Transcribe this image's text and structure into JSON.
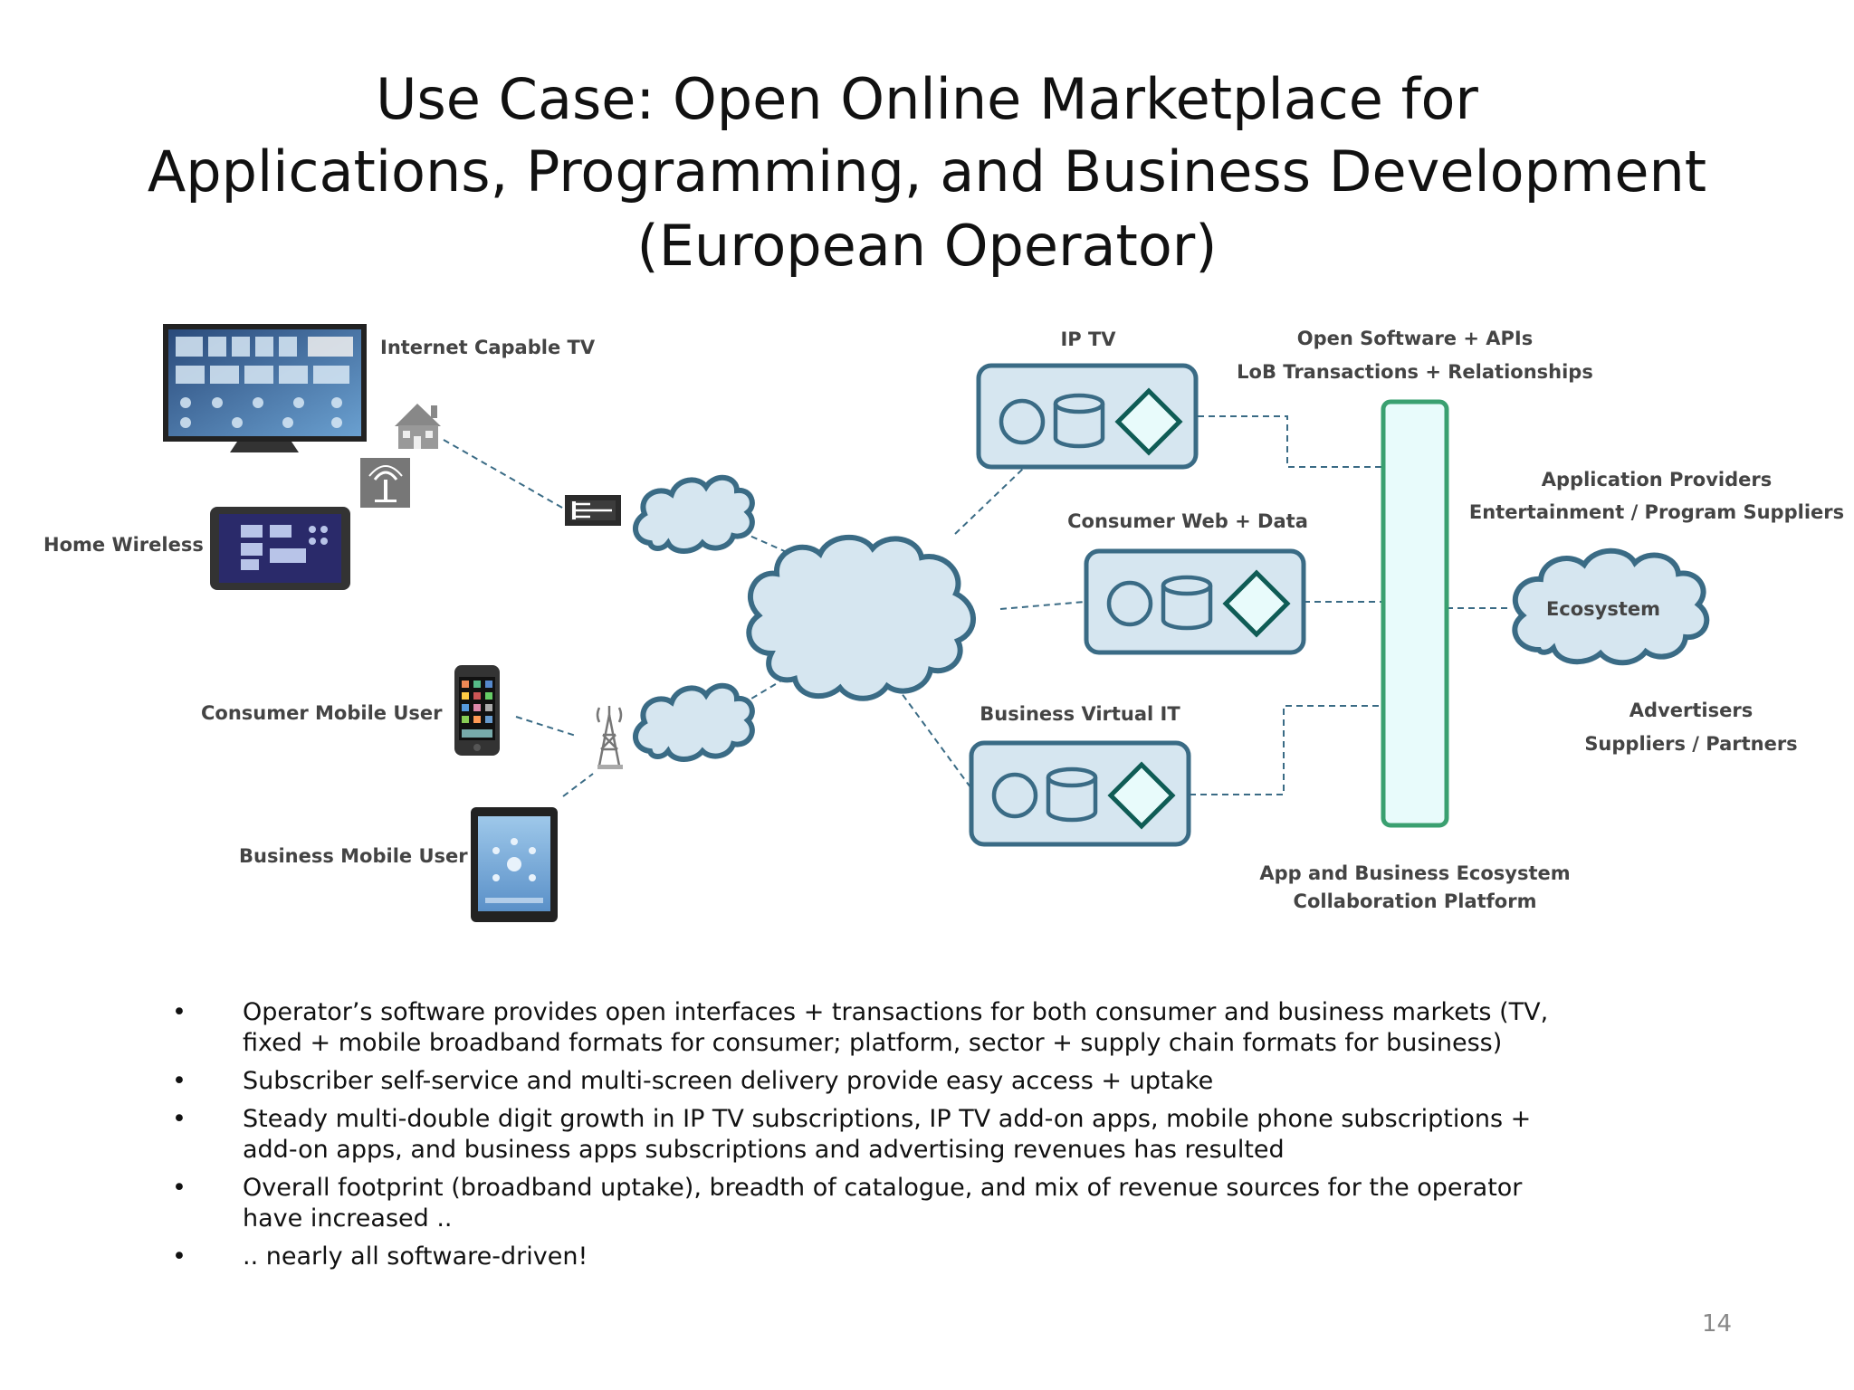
{
  "title": {
    "line1": "Use Case:  Open Online Marketplace for",
    "line2": "Applications, Programming, and Business Development",
    "line3": "(European Operator)"
  },
  "labels": {
    "internet_tv": "Internet Capable TV",
    "home_wireless": "Home Wireless",
    "consumer_mobile": "Consumer Mobile User",
    "business_mobile": "Business Mobile User",
    "ip_tv": "IP TV",
    "consumer_web": "Consumer Web + Data",
    "business_virtual": "Business Virtual IT",
    "open_software": "Open Software + APIs",
    "lob_transactions": "LoB Transactions + Relationships",
    "app_providers": "Application Providers",
    "entertainment": "Entertainment / Program Suppliers",
    "ecosystem": "Ecosystem",
    "advertisers": "Advertisers",
    "suppliers": "Suppliers / Partners",
    "platform_line1": "App and Business Ecosystem",
    "platform_line2": "Collaboration Platform"
  },
  "bullets": [
    {
      "marker": "•",
      "text": "Operator’s software provides open interfaces + transactions for both consumer and business markets  (TV, fixed + mobile broadband formats for consumer; platform, sector + supply chain formats for business)"
    },
    {
      "marker": "•",
      "text": "Subscriber self-service and multi-screen delivery provide easy access + uptake"
    },
    {
      "marker": "•",
      "text": "Steady multi-double digit growth in IP TV subscriptions, IP TV add-on apps, mobile phone subscriptions + add-on apps, and business apps subscriptions and advertising revenues has resulted"
    },
    {
      "marker": "•",
      "text": "Overall footprint (broadband uptake), breadth of catalogue, and mix of revenue sources for the operator have increased .."
    },
    {
      "marker": "•",
      "text": ".. nearly all software-driven!"
    }
  ],
  "page_number": "14",
  "colors": {
    "node_fill": "#d6e6f0",
    "node_stroke": "#3a6b85",
    "diamond_stroke": "#0f5c55",
    "platform_fill": "#e8fbfb",
    "platform_stroke": "#3aa070",
    "dashed_line": "#3a6b85"
  },
  "icons": [
    "tv-icon",
    "house-icon",
    "antenna-icon",
    "tablet-icon",
    "router-icon",
    "smartphone-icon",
    "cell-tower-icon",
    "ipad-icon",
    "cloud-icon"
  ]
}
